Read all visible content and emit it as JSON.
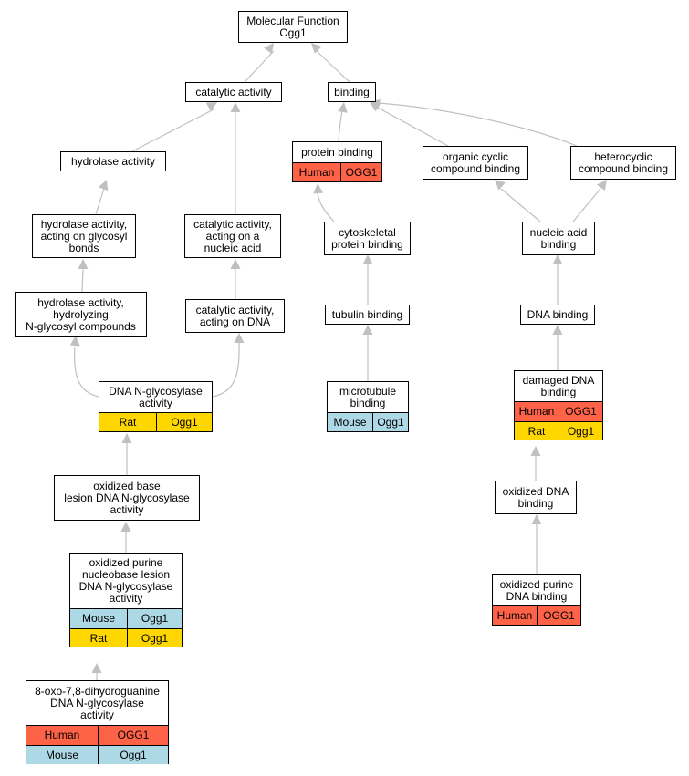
{
  "diagram": {
    "colors": {
      "Human": "#ff6347",
      "Mouse": "#add8e6",
      "Rat": "#ffd700",
      "edge": "#c0c0c0",
      "border": "#000000"
    },
    "nodes": {
      "root": {
        "label": "Molecular Function\nOgg1"
      },
      "catalytic": {
        "label": "catalytic activity"
      },
      "binding": {
        "label": "binding"
      },
      "hydrolase": {
        "label": "hydrolase activity"
      },
      "protein_binding": {
        "label": "protein binding",
        "rows": [
          {
            "species": "Human",
            "gene": "OGG1"
          }
        ]
      },
      "organic_cyclic": {
        "label": "organic cyclic\ncompound binding"
      },
      "heterocyclic": {
        "label": "heterocyclic\ncompound binding"
      },
      "hydrolase_glycosyl": {
        "label": "hydrolase activity,\nacting on glycosyl\nbonds"
      },
      "catalytic_nucleic": {
        "label": "catalytic activity,\nacting on a\nnucleic acid"
      },
      "cytoskeletal": {
        "label": "cytoskeletal\nprotein binding"
      },
      "nucleic_acid_binding": {
        "label": "nucleic acid\nbinding"
      },
      "hydrolase_nglycosyl": {
        "label": "hydrolase activity,\nhydrolyzing\nN-glycosyl compounds"
      },
      "catalytic_dna": {
        "label": "catalytic activity,\nacting on DNA"
      },
      "tubulin": {
        "label": "tubulin binding"
      },
      "dna_binding": {
        "label": "DNA binding"
      },
      "dna_nglycosylase": {
        "label": "DNA N-glycosylase\nactivity",
        "rows": [
          {
            "species": "Rat",
            "gene": "Ogg1"
          }
        ]
      },
      "microtubule": {
        "label": "microtubule\nbinding",
        "rows": [
          {
            "species": "Mouse",
            "gene": "Ogg1"
          }
        ]
      },
      "damaged_dna": {
        "label": "damaged DNA\nbinding",
        "rows": [
          {
            "species": "Human",
            "gene": "OGG1"
          },
          {
            "species": "Rat",
            "gene": "Ogg1"
          }
        ]
      },
      "oxidized_base": {
        "label": "oxidized base\nlesion DNA N-glycosylase\nactivity"
      },
      "oxidized_dna": {
        "label": "oxidized DNA\nbinding"
      },
      "oxidized_purine_nucleobase": {
        "label": "oxidized purine\nnucleobase lesion\nDNA N-glycosylase\nactivity",
        "rows": [
          {
            "species": "Mouse",
            "gene": "Ogg1"
          },
          {
            "species": "Rat",
            "gene": "Ogg1"
          }
        ]
      },
      "oxidized_purine_dna": {
        "label": "oxidized purine\nDNA binding",
        "rows": [
          {
            "species": "Human",
            "gene": "OGG1"
          }
        ]
      },
      "oxo_guanine": {
        "label": "8-oxo-7,8-dihydroguanine\nDNA N-glycosylase\nactivity",
        "rows": [
          {
            "species": "Human",
            "gene": "OGG1"
          },
          {
            "species": "Mouse",
            "gene": "Ogg1"
          }
        ]
      }
    }
  }
}
